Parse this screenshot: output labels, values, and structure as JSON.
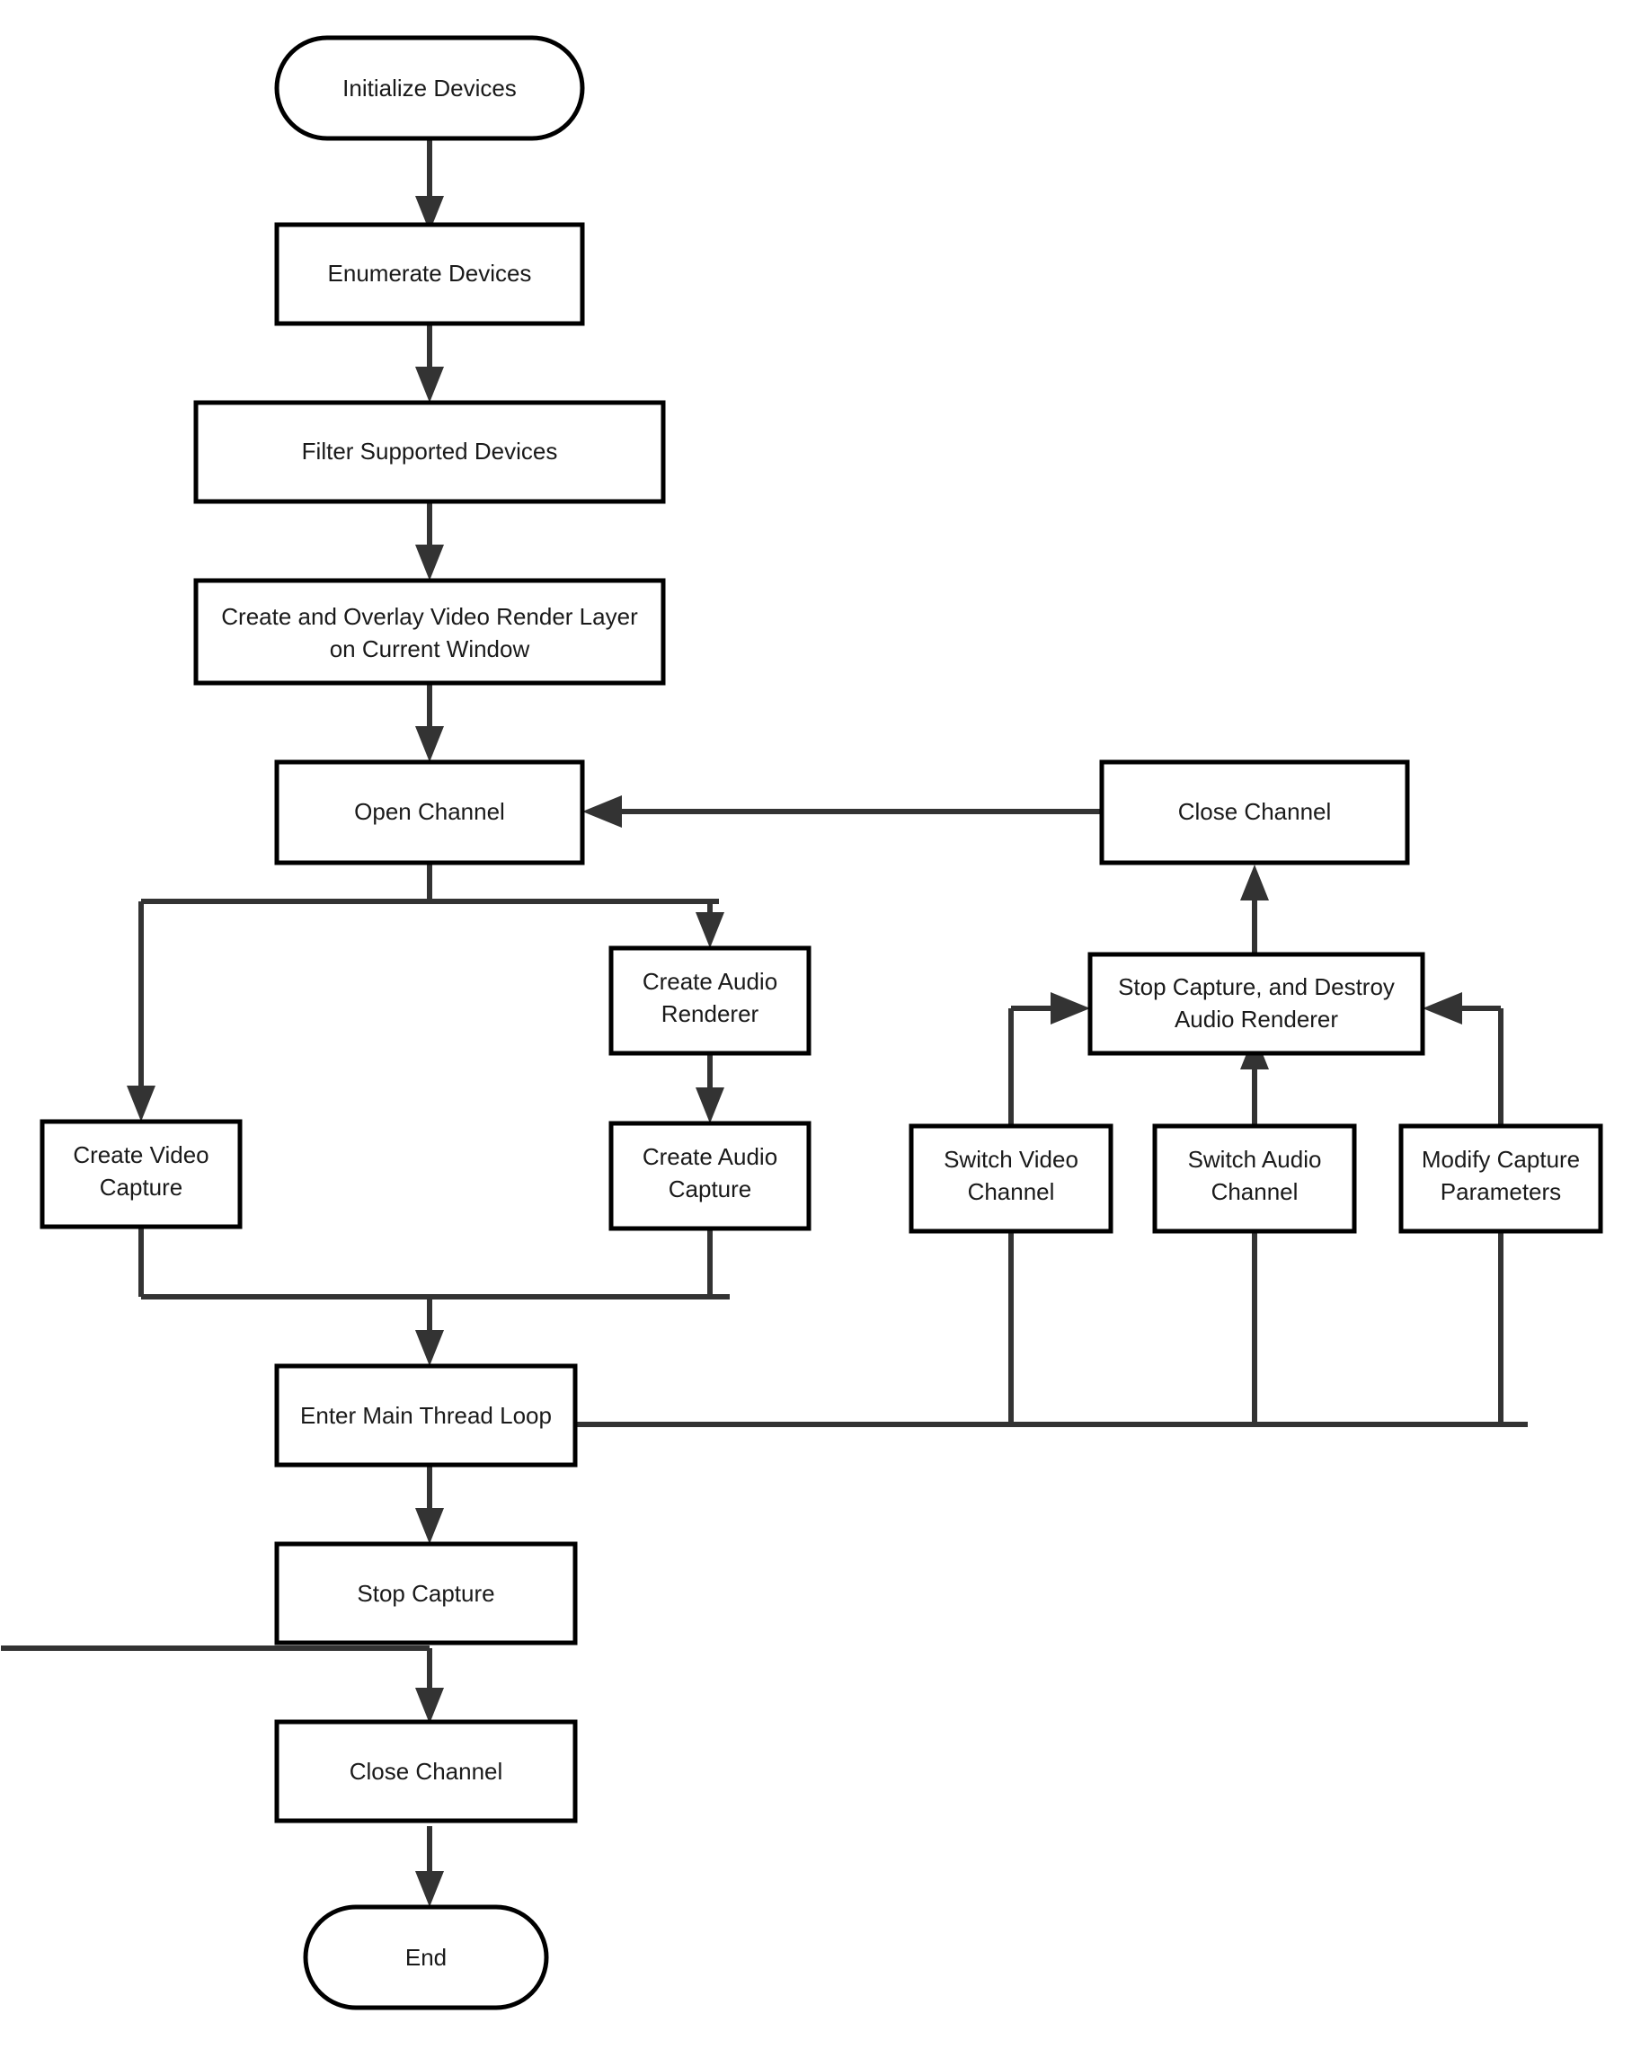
{
  "diagram": {
    "title": "Audio/Video Capture Lifecycle Flowchart",
    "background_color": "#ffffff",
    "stroke_color": "#000000",
    "edge_color": "#333333",
    "nodes": [
      {
        "id": "initialize-devices",
        "label": "Initialize Devices",
        "shape": "terminator"
      },
      {
        "id": "enumerate-devices",
        "label": "Enumerate Devices",
        "shape": "process"
      },
      {
        "id": "filter-supported-devices",
        "label": "Filter Supported Devices",
        "shape": "process"
      },
      {
        "id": "create-overlay-video-render-layer",
        "label_line1": "Create and Overlay Video Render Layer",
        "label_line2": "on Current Window",
        "shape": "process"
      },
      {
        "id": "open-channel",
        "label": "Open Channel",
        "shape": "process"
      },
      {
        "id": "close-channel-top",
        "label": "Close Channel",
        "shape": "process"
      },
      {
        "id": "create-audio-renderer",
        "label_line1": "Create Audio",
        "label_line2": "Renderer",
        "shape": "process"
      },
      {
        "id": "create-video-capture",
        "label_line1": "Create Video",
        "label_line2": "Capture",
        "shape": "process"
      },
      {
        "id": "create-audio-capture",
        "label_line1": "Create Audio",
        "label_line2": "Capture",
        "shape": "process"
      },
      {
        "id": "stop-capture-destroy-audio-renderer",
        "label_line1": "Stop Capture, and Destroy",
        "label_line2": "Audio Renderer",
        "shape": "process"
      },
      {
        "id": "switch-video-channel",
        "label_line1": "Switch Video",
        "label_line2": "Channel",
        "shape": "process"
      },
      {
        "id": "switch-audio-channel",
        "label_line1": "Switch Audio",
        "label_line2": "Channel",
        "shape": "process"
      },
      {
        "id": "modify-capture-parameters",
        "label_line1": "Modify Capture",
        "label_line2": "Parameters",
        "shape": "process"
      },
      {
        "id": "enter-main-thread-loop",
        "label": "Enter Main Thread Loop",
        "shape": "process"
      },
      {
        "id": "stop-capture",
        "label": "Stop Capture",
        "shape": "process"
      },
      {
        "id": "close-channel-bottom",
        "label": "Close Channel",
        "shape": "process"
      },
      {
        "id": "end",
        "label": "End",
        "shape": "terminator"
      }
    ],
    "edges": [
      {
        "from": "initialize-devices",
        "to": "enumerate-devices"
      },
      {
        "from": "enumerate-devices",
        "to": "filter-supported-devices"
      },
      {
        "from": "filter-supported-devices",
        "to": "create-overlay-video-render-layer"
      },
      {
        "from": "create-overlay-video-render-layer",
        "to": "open-channel"
      },
      {
        "from": "open-channel",
        "to": "create-video-capture"
      },
      {
        "from": "open-channel",
        "to": "create-audio-renderer"
      },
      {
        "from": "create-audio-renderer",
        "to": "create-audio-capture"
      },
      {
        "from": "create-video-capture",
        "to": "enter-main-thread-loop"
      },
      {
        "from": "create-audio-capture",
        "to": "enter-main-thread-loop"
      },
      {
        "from": "enter-main-thread-loop",
        "to": "switch-video-channel"
      },
      {
        "from": "enter-main-thread-loop",
        "to": "switch-audio-channel"
      },
      {
        "from": "enter-main-thread-loop",
        "to": "modify-capture-parameters"
      },
      {
        "from": "switch-video-channel",
        "to": "stop-capture-destroy-audio-renderer"
      },
      {
        "from": "switch-audio-channel",
        "to": "stop-capture-destroy-audio-renderer"
      },
      {
        "from": "modify-capture-parameters",
        "to": "stop-capture-destroy-audio-renderer"
      },
      {
        "from": "stop-capture-destroy-audio-renderer",
        "to": "close-channel-top"
      },
      {
        "from": "close-channel-top",
        "to": "open-channel"
      },
      {
        "from": "enter-main-thread-loop",
        "to": "stop-capture"
      },
      {
        "from": "stop-capture",
        "to": "close-channel-bottom"
      },
      {
        "from": "close-channel-bottom",
        "to": "end"
      }
    ]
  }
}
